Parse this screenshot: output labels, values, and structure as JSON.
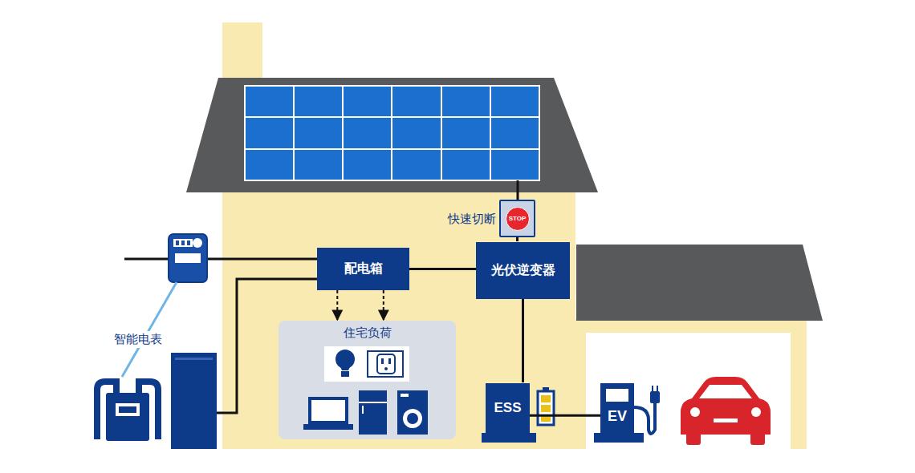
{
  "diagram": {
    "nodes": [
      {
        "text": [
          "快速切断",
          "STOP"
        ]
      },
      {
        "text": [
          "配电箱"
        ]
      },
      {
        "text": [
          "光伏逆变器"
        ]
      },
      {
        "text": [
          "住宅负荷"
        ]
      },
      {
        "text": [
          "ESS"
        ]
      },
      {
        "text": [
          "EV"
        ]
      }
    ],
    "edges": [
      {
        "from": 0,
        "to": 2,
        "arrow": "none"
      },
      {
        "from": 1,
        "to": 2,
        "arrow": "none"
      },
      {
        "from": 1,
        "to": 3,
        "arrow": "to"
      },
      {
        "from": 1,
        "to": 3,
        "arrow": "to"
      },
      {
        "from": 2,
        "to": 4,
        "arrow": "none"
      },
      {
        "from": 4,
        "to": 5,
        "arrow": "none"
      }
    ],
    "labels": [
      "智能电表"
    ]
  }
}
